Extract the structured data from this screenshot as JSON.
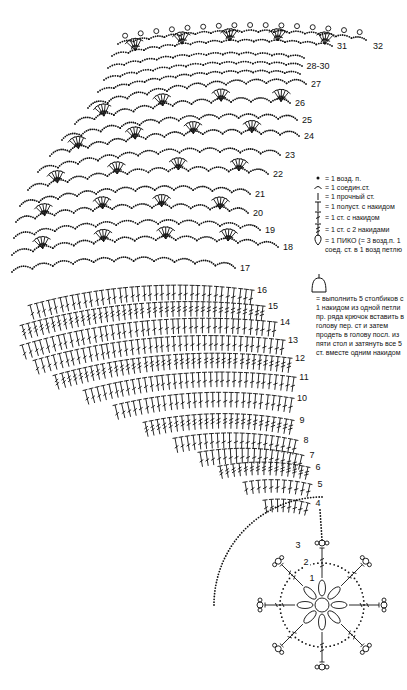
{
  "diagram": {
    "labels": [
      "32",
      "31",
      "28-30",
      "27",
      "26",
      "25",
      "24",
      "23",
      "22",
      "21",
      "20",
      "19",
      "18",
      "17",
      "16",
      "15",
      "14",
      "13",
      "12",
      "11",
      "10",
      "9",
      "8",
      "7",
      "6",
      "5",
      "4",
      "3",
      "2",
      "1"
    ],
    "legend": [
      {
        "text": "= 1 возд. п."
      },
      {
        "text": "= 1 соедин.ст."
      },
      {
        "text": "= 1 прочный ст."
      },
      {
        "text": "= 1 полуст. с накидом"
      },
      {
        "text": "= 1 ст. с накидом"
      },
      {
        "text": "= 1 ст. с 2 накидами"
      },
      {
        "text": "= 1 ПИКО (= 3 возд.п. 1 соед. ст. в 1 возд петлю"
      },
      {
        "text": "= выполнить 5 столбиков с 1 накидом из одной петли пр. ряда крючок вставить в голову пер. ст и затем продеть в голову посл. из пяти стол и затянуть все 5 ст. вместе одним накидом"
      }
    ]
  }
}
